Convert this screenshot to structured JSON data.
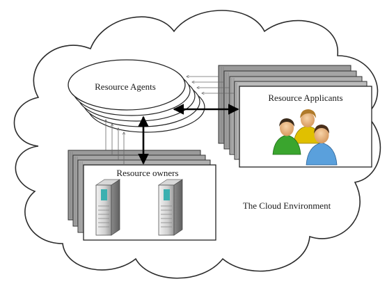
{
  "diagram": {
    "agents_label": "Resource Agents",
    "applicants_label": "Resource Applicants",
    "owners_label": "Resource owners",
    "environment_label": "The Cloud Environment"
  },
  "icons": {
    "people": "people-group-icon",
    "server": "server-tower-icon"
  }
}
